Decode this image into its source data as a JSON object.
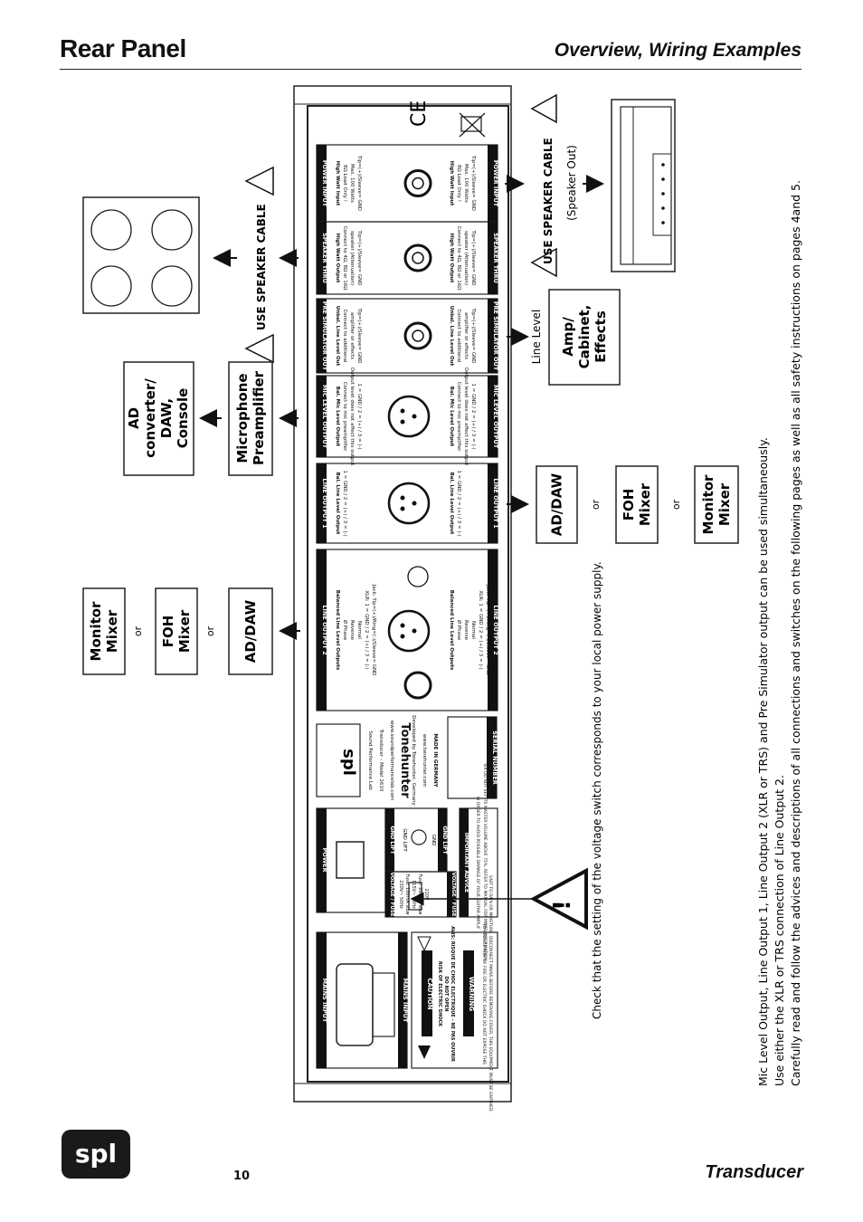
{
  "header": {
    "title": "Rear Panel",
    "subtitle": "Overview, Wiring Examples"
  },
  "footer": {
    "page_number": "10",
    "product": "Transducer",
    "logo_text": "spl"
  },
  "panel": {
    "sections": [
      {
        "label": "POWER INPUT",
        "lines": [
          "High Watt Input",
          "8Ω Load Only !",
          "Max. 100 Watts",
          "Tip=(+)/Sleeve= GND"
        ]
      },
      {
        "label": "SPEAKER THRU",
        "lines": [
          "High Watt Output",
          "Connect to 4Ω, 8Ω or 16Ω",
          "speaker (Attenuation)",
          "Tip=(+)/Sleeve= GND"
        ]
      },
      {
        "label": "PRE SIMULATOR OUT",
        "lines": [
          "Unbal. Line Level Out",
          "Connect to additional",
          "amplifier or effects",
          "Tip=(+)/Sleeve= GND"
        ]
      },
      {
        "label": "MIC LEVEL OUTPUT",
        "lines": [
          "Bal. Mic Level Output",
          "Connect to mic preamplifier",
          "Output level does not affect this output",
          "1 = GND / 2 = (+) / 3 = (-)"
        ]
      },
      {
        "label": "LINE OUTPUT 1",
        "lines": [
          "Bal. Line Level Output",
          "1 = GND / 2 = (+) / 3 = (-)"
        ]
      },
      {
        "label": "LINE OUTPUT 2",
        "lines": [
          "Balanced Line Level Outputs",
          "Ø Phase",
          "Reverse",
          "Normal",
          "XLR: 1 = GND / 2 = (+) / 3 = (-)",
          "Jack: Tip=(+)/Ring=(-)/Sleeve= GND"
        ]
      }
    ],
    "brand_block": [
      "Sound Performance Lab",
      "Transducer – Model 2610",
      "www.soundperformancelab.com",
      "Tonehunter",
      "Developed by Tonehunter, Germany",
      "www.tonehunter.com",
      "MADE IN GERMANY"
    ],
    "serial_label": "SERIAL NUMBER",
    "power_label": "POWER",
    "gnd_lift_label": "GND LIFT",
    "voltage_fuse_label": "VOLTAGE / FUSE",
    "voltage_lines": [
      "230V~ 50Hz",
      "Fuse: 100mA slow",
      "115V~ 60Hz",
      "Fuse: 200mA slow",
      "220V"
    ],
    "gnd_options": [
      "GND LIFT",
      "GND"
    ],
    "important_advice_label": "IMPORTANT ADVICE",
    "important_advice_text": "IN ORDER TO AVOID POSSIBLE DAMAGE OF YOUR GUITAR AMPLIFIER DO NOT SET ITS MASTER VOLUME ABOVE 75%. REFER TO MANUAL FOR MORE INFORMATION.",
    "mains_input_label": "MAINS INPUT",
    "caution_title": "CAUTION",
    "caution_text": [
      "RISK OF ELECTRIC SHOCK",
      "DO NOT OPEN",
      "AVIS: RISQUE DE CHOC ELECTRIQUE - NE PAS OUVRIR"
    ],
    "warning_title": "WARNING",
    "warning_text": "TO REDUCE RISK OF FIRE OR ELECTRIC SHOCK DO NOT EXPOSE THIS UNIT TO RAIN OR MOISTURE. DISCONNECT MAINS BEFORE REMOVING COVER. THIS EQUIPMENT MUST BE EARTHED."
  },
  "left_boxes": {
    "group1": {
      "items": [
        "Monitor Mixer",
        "FOH Mixer",
        "AD/DAW"
      ],
      "separator": "or"
    },
    "ad_converter": "AD converter/ DAW, Console",
    "mic_preamp": "Microphone Preamplifier",
    "speaker_cable": "USE SPEAKER CABLE"
  },
  "right_boxes": {
    "speaker_cable": "USE SPEAKER CABLE",
    "speaker_out": "(Speaker Out)",
    "line_level": "Line Level",
    "amp_effects": "Amp/ Cabinet, Effects",
    "group2": {
      "items": [
        "AD/DAW",
        "FOH Mixer",
        "Monitor Mixer"
      ],
      "separator": "or"
    }
  },
  "voltage_note": "Check that the setting of the voltage switch corresponds to your local power supply.",
  "notes": [
    "Mic Level Output, Line Output 1, Line Output 2 (XLR or TRS) and Pre Simulator output can be used simultaneously.",
    "Use either the XLR or TRS connection of Line Output 2.",
    "Carefully read and follow the advices and descriptions of all connections and switches on the following pages as well as all safety instructions on pages 4and 5."
  ]
}
